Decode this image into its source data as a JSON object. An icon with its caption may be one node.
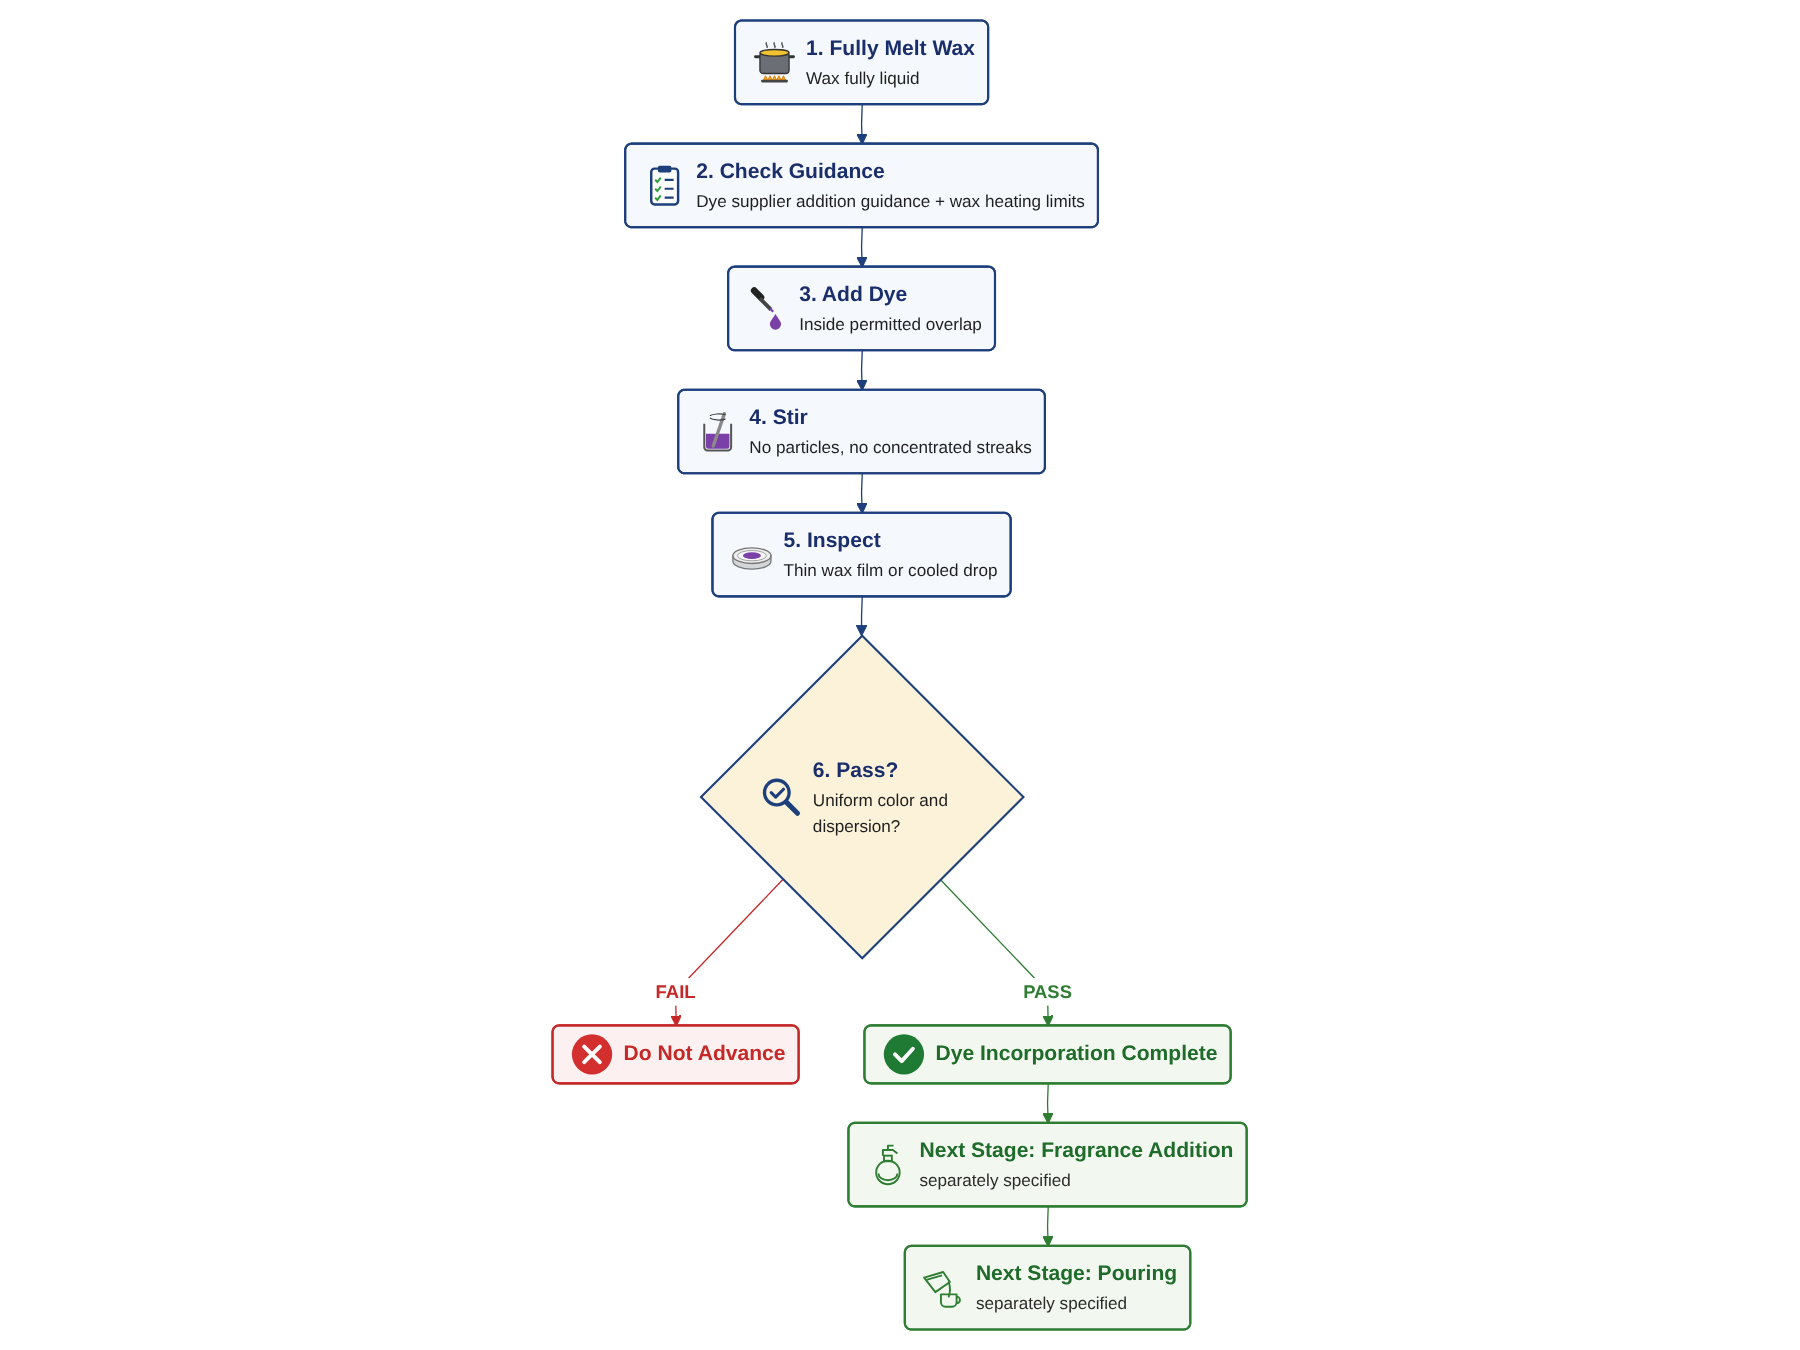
{
  "diagram": {
    "nodes": [
      {
        "text": [
          "1. Fully Melt Wax",
          "Wax fully liquid"
        ]
      },
      {
        "text": [
          "2. Check Guidance",
          "Dye supplier addition guidance + wax heating limits"
        ]
      },
      {
        "text": [
          "3. Add Dye",
          "Inside permitted overlap"
        ]
      },
      {
        "text": [
          "4. Stir",
          "No particles, no concentrated streaks"
        ]
      },
      {
        "text": [
          "5. Inspect",
          "Thin wax film or cooled drop"
        ]
      },
      {
        "text": [
          "6. Pass?",
          "Uniform color and dispersion?"
        ]
      },
      {
        "text": [
          "Do Not Advance"
        ]
      },
      {
        "text": [
          "Dye Incorporation Complete"
        ]
      },
      {
        "text": [
          "Next Stage: Fragrance Addition",
          "separately specified"
        ]
      },
      {
        "text": [
          "Next Stage: Pouring",
          "separately specified"
        ]
      }
    ],
    "edges": [
      {
        "from": 0,
        "to": 1,
        "arrow": "to"
      },
      {
        "from": 1,
        "to": 2,
        "arrow": "to"
      },
      {
        "from": 2,
        "to": 3,
        "arrow": "to"
      },
      {
        "from": 3,
        "to": 4,
        "arrow": "to"
      },
      {
        "from": 4,
        "to": 5,
        "arrow": "to"
      },
      {
        "from": 5,
        "to": 6,
        "arrow": "to",
        "label": "FAIL",
        "color": "#c62828"
      },
      {
        "from": 5,
        "to": 7,
        "arrow": "to",
        "label": "PASS",
        "color": "#2e7d32"
      },
      {
        "from": 7,
        "to": 8,
        "arrow": "to",
        "color": "#2e7d32"
      },
      {
        "from": 8,
        "to": 9,
        "arrow": "to",
        "color": "#2e7d32"
      }
    ]
  }
}
